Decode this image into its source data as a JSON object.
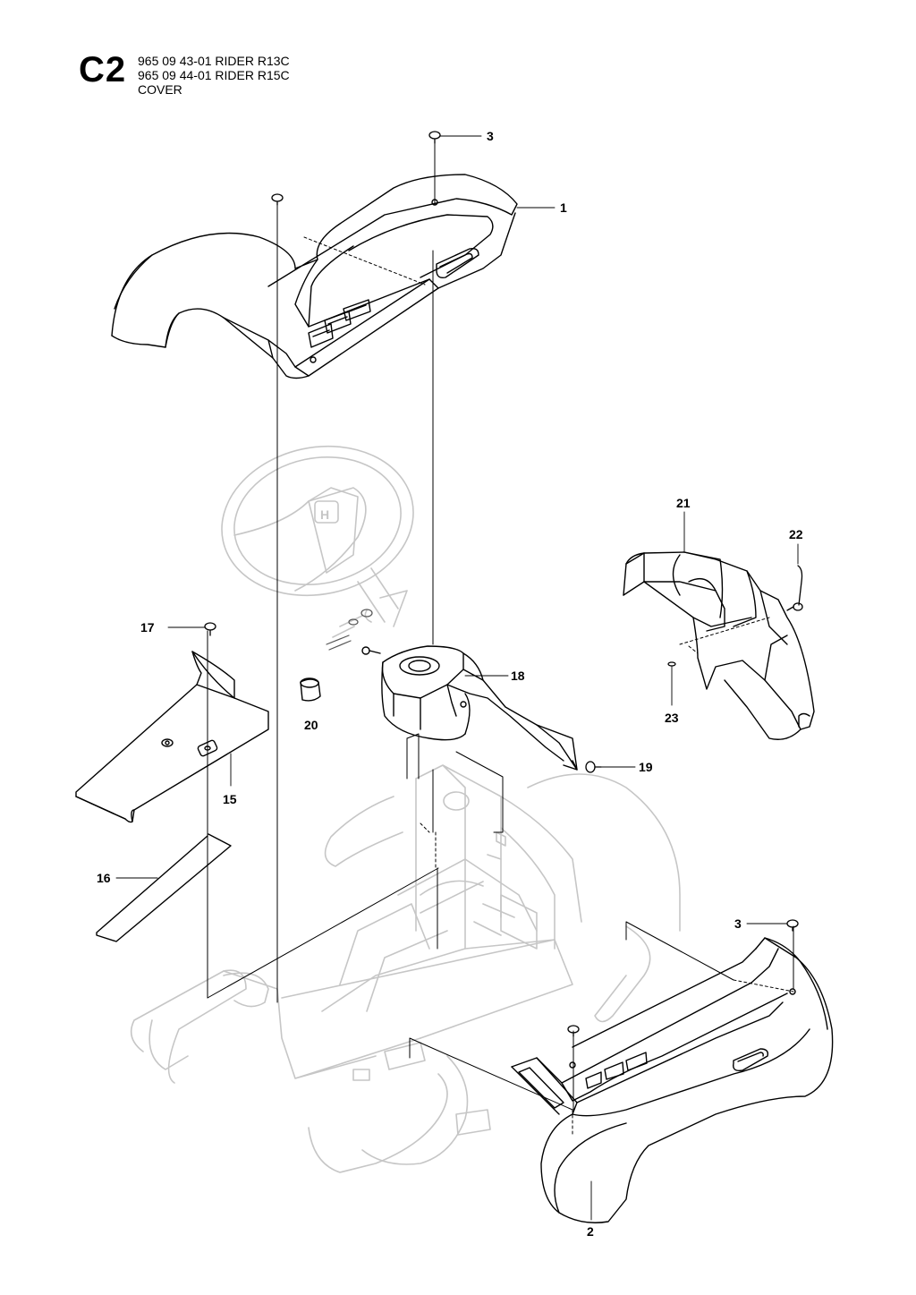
{
  "header": {
    "code": "C2",
    "lines": [
      "965 09 43-01 RIDER R13C",
      "965 09 44-01 RIDER R15C",
      "COVER"
    ]
  },
  "callouts": {
    "c1": "1",
    "c2": "2",
    "c3a": "3",
    "c3b": "3",
    "c15": "15",
    "c16": "16",
    "c17": "17",
    "c18": "18",
    "c19": "19",
    "c20": "20",
    "c21": "21",
    "c22": "22",
    "c23": "23"
  },
  "logo_text": "H"
}
